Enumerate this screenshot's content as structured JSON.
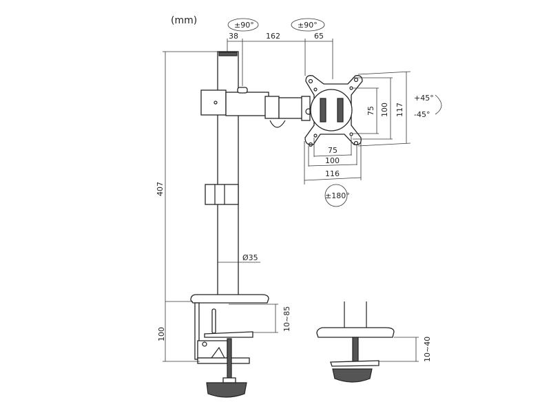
{
  "units": "(mm)",
  "rotation": {
    "arm_joint": "±90°",
    "head_joint": "±90°",
    "tilt_up": "+45°",
    "tilt_down": "-45°",
    "rotate": "±180°"
  },
  "arm_dimensions": {
    "pole_offset": "38",
    "arm_length": "162",
    "head_depth": "65"
  },
  "pole": {
    "height": "407",
    "diameter": "Ø35"
  },
  "vesa": {
    "horizontal": [
      "75",
      "100",
      "116"
    ],
    "vertical": [
      "75",
      "100",
      "117"
    ]
  },
  "clamp": {
    "height": "100",
    "desk_range_clamp": "10~85",
    "desk_range_grommet": "10~40"
  }
}
